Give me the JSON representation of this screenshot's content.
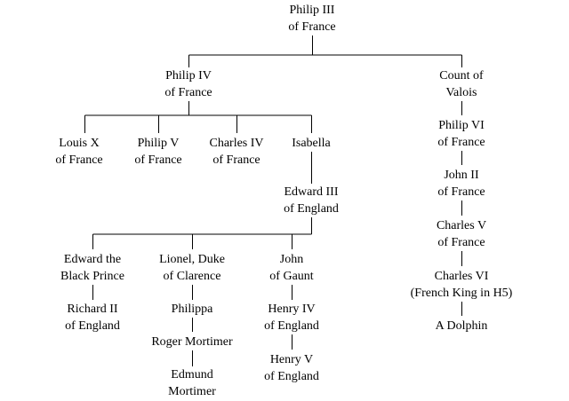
{
  "people": {
    "philip3": {
      "line1": "Philip III",
      "line2": "of France"
    },
    "philip4": {
      "line1": "Philip IV",
      "line2": "of France"
    },
    "valois": {
      "line1": "Count of",
      "line2": "Valois"
    },
    "louis10": {
      "line1": "Louis X",
      "line2": "of France"
    },
    "philip5": {
      "line1": "Philip V",
      "line2": "of France"
    },
    "charles4": {
      "line1": "Charles IV",
      "line2": "of France"
    },
    "isabella": {
      "line1": "Isabella",
      "line2": ""
    },
    "philip6": {
      "line1": "Philip VI",
      "line2": "of France"
    },
    "john2": {
      "line1": "John II",
      "line2": "of France"
    },
    "edward3": {
      "line1": "Edward III",
      "line2": "of England"
    },
    "charles5": {
      "line1": "Charles V",
      "line2": "of France"
    },
    "blackprince": {
      "line1": "Edward the",
      "line2": "Black Prince"
    },
    "lionel": {
      "line1": "Lionel, Duke",
      "line2": "of Clarence"
    },
    "gaunt": {
      "line1": "John",
      "line2": "of Gaunt"
    },
    "charles6": {
      "line1": "Charles VI",
      "line2": "(French King in H5)"
    },
    "richard2": {
      "line1": "Richard II",
      "line2": "of England"
    },
    "philippa": {
      "line1": "Philippa",
      "line2": ""
    },
    "henry4": {
      "line1": "Henry IV",
      "line2": "of England"
    },
    "dolphin": {
      "line1": "A Dolphin",
      "line2": ""
    },
    "rogermortimer": {
      "line1": "Roger Mortimer",
      "line2": ""
    },
    "henry5": {
      "line1": "Henry V",
      "line2": "of England"
    },
    "edmund": {
      "line1": "Edmund",
      "line2": "Mortimer"
    }
  }
}
